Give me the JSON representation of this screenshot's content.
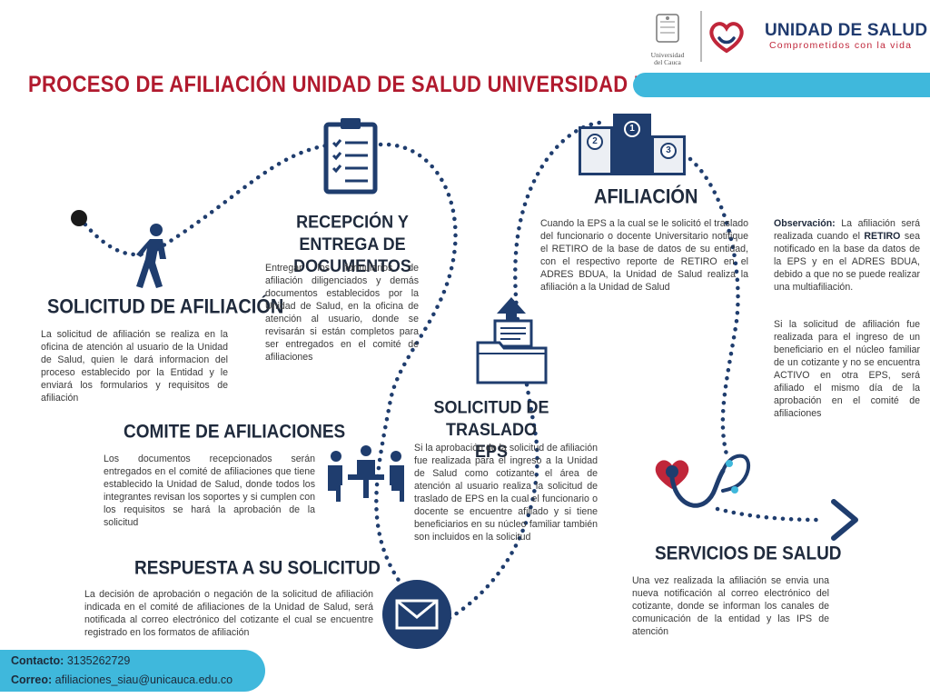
{
  "header": {
    "title": "PROCESO DE AFILIACIÓN UNIDAD DE SALUD UNIVERSIDAD DEL CAUCA",
    "university_label_1": "Universidad",
    "university_label_2": "del Cauca",
    "brand_name": "UNIDAD DE SALUD",
    "brand_tagline": "Comprometidos con la vida"
  },
  "colors": {
    "title_red": "#b11a2e",
    "heading_navy": "#1f2a3c",
    "accent_blue": "#3fb8dc",
    "path_navy": "#1f3d6e",
    "heart_red": "#c0263a"
  },
  "icons": [
    "walking-person-icon",
    "clipboard-checklist-icon",
    "meeting-people-icon",
    "envelope-icon",
    "folder-upload-icon",
    "podium-icon",
    "stethoscope-heart-icon",
    "chevron-right-icon"
  ],
  "steps": {
    "solicitud": {
      "title": "SOLICITUD DE AFILIACIÓN",
      "text": "La solicitud de afiliación se realiza en la oficina de atención al usuario de la Unidad de Salud, quien le dará informacion del proceso establecido por la Entidad y le enviará los formularios y requisitos de afiliación"
    },
    "recepcion": {
      "title_line1": "RECEPCIÓN Y ENTREGA DE",
      "title_line2": "DOCUMENTOS",
      "text": "Entregar los formularios de afiliación diligenciados y demás documentos establecidos por la Unidad de Salud, en la oficina de atención al usuario, donde se revisarán si están completos para ser entregados en el comité de afiliaciones"
    },
    "comite": {
      "title": "COMITE DE AFILIACIONES",
      "text": "Los documentos recepcionados serán entregados en el comité de afiliaciones que tiene establecido la Unidad de Salud, donde todos los integrantes revisan los soportes y si cumplen con los requisitos se hará la aprobación de la solicitud"
    },
    "respuesta": {
      "title": "RESPUESTA A SU SOLICITUD",
      "text": "La decisión de aprobación o negación de la solicitud de afiliación indicada en el comité de afiliaciones de la Unidad de Salud, será notificada al correo electrónico del cotizante el cual se encuentre registrado en los formatos de afiliación"
    },
    "traslado": {
      "title_line1": "SOLICITUD DE",
      "title_line2": "TRASLADO EPS",
      "text": "Si la aprobación de la solicitud de afiliación fue realizada para el ingreso a la Unidad de Salud como cotizante, el área de atención al usuario realiza la solicitud de traslado de EPS en la cual el funcionario o docente se encuentre afiliado y si tiene beneficiarios en su núcleo familiar también son incluidos en la solicitud"
    },
    "afiliacion": {
      "title": "AFILIACIÓN",
      "text": "Cuando la EPS a la cual se le solicitó el traslado del funcionario o docente Universitario notifique el RETIRO de la base de datos de su entidad, con el respectivo reporte de RETIRO en el ADRES BDUA, la Unidad de Salud realiza la afiliación a la Unidad de Salud",
      "podium_1": "1",
      "podium_2": "2",
      "podium_3": "3"
    },
    "observacion": {
      "label": "Observación:",
      "text_a": "La afiliación será realizada cuando el",
      "retiro": "RETIRO",
      "text_b": "sea notificado en la base da datos de la EPS y en el ADRES BDUA, debido a que no se puede realizar una multiafiliación.",
      "text_2": "Si la solicitud de afiliación fue realizada para el ingreso de un beneficiario en el núcleo familiar de un cotizante y no se encuentra ACTIVO en otra EPS, será afiliado el mismo día de la aprobación en el comité de afiliaciones"
    },
    "servicios": {
      "title": "SERVICIOS DE SALUD",
      "text": "Una vez realizada la afiliación se envia una nueva notificación al correo electrónico del cotizante, donde se informan los canales de comunicación de la entidad y las IPS de atención"
    }
  },
  "contact": {
    "phone_label": "Contacto:",
    "phone": "3135262729",
    "email_label": "Correo:",
    "email": "afiliaciones_siau@unicauca.edu.co"
  }
}
